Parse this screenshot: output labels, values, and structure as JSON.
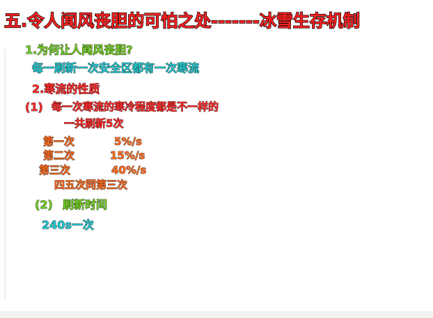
{
  "title": "五.令人闻风丧胆的可怕之处-------冰雪生存机制",
  "section1": {
    "question": "1.为何让人闻风丧胆?",
    "answer": "每一刷新一次安全区都有一次寒流"
  },
  "section2": {
    "heading": "2.寒流的性质",
    "point1_label": "(1)",
    "point1_text": "每一次寒流的寒冷程度都是不一样的",
    "refresh_total": "一共刷新5次",
    "rows": [
      {
        "label": "第一次",
        "value": "5%/s"
      },
      {
        "label": "第二次",
        "value": "15%/s"
      },
      {
        "label": "第三次",
        "value": "40%/s"
      }
    ],
    "note": "四五次同第三次",
    "point2_label": "(2)",
    "point2_text": "刷新时间",
    "interval": "240s一次"
  },
  "colors": {
    "title": "#ff1f1f",
    "green": "#6fcf1f",
    "teal": "#1fc7cf",
    "red": "#ff2a2a",
    "orange": "#ff6a1a"
  }
}
